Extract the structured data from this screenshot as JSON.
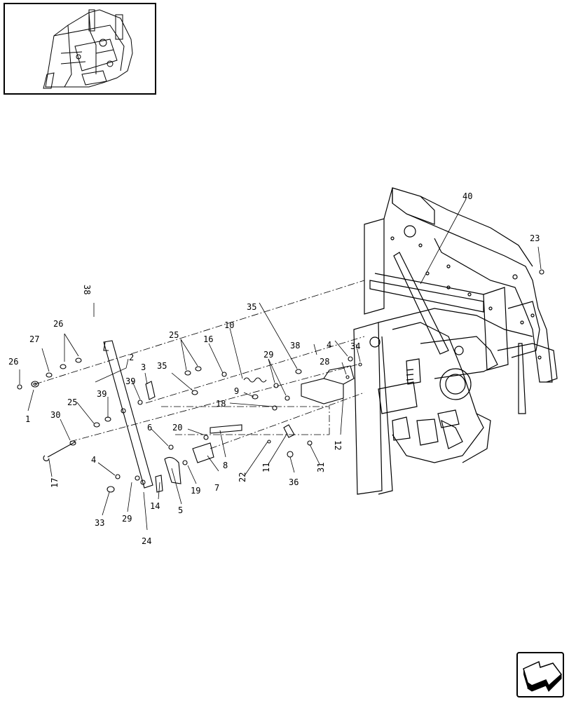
{
  "callouts": [
    {
      "id": "c1",
      "text": "1"
    },
    {
      "id": "c2",
      "text": "2"
    },
    {
      "id": "c3",
      "text": "3"
    },
    {
      "id": "c4a",
      "text": "4"
    },
    {
      "id": "c4b",
      "text": "4"
    },
    {
      "id": "c5",
      "text": "5"
    },
    {
      "id": "c6",
      "text": "6"
    },
    {
      "id": "c7",
      "text": "7"
    },
    {
      "id": "c8",
      "text": "8"
    },
    {
      "id": "c9",
      "text": "9"
    },
    {
      "id": "c10",
      "text": "10"
    },
    {
      "id": "c11",
      "text": "11"
    },
    {
      "id": "c12",
      "text": "12"
    },
    {
      "id": "c14",
      "text": "14"
    },
    {
      "id": "c16",
      "text": "16"
    },
    {
      "id": "c17",
      "text": "17"
    },
    {
      "id": "c18",
      "text": "18"
    },
    {
      "id": "c19",
      "text": "19"
    },
    {
      "id": "c20",
      "text": "20"
    },
    {
      "id": "c22",
      "text": "22"
    },
    {
      "id": "c23",
      "text": "23"
    },
    {
      "id": "c24",
      "text": "24"
    },
    {
      "id": "c25a",
      "text": "25"
    },
    {
      "id": "c25b",
      "text": "25"
    },
    {
      "id": "c26a",
      "text": "26"
    },
    {
      "id": "c26b",
      "text": "26"
    },
    {
      "id": "c27",
      "text": "27"
    },
    {
      "id": "c28",
      "text": "28"
    },
    {
      "id": "c29a",
      "text": "29"
    },
    {
      "id": "c29b",
      "text": "29"
    },
    {
      "id": "c30",
      "text": "30"
    },
    {
      "id": "c31",
      "text": "31"
    },
    {
      "id": "c33",
      "text": "33"
    },
    {
      "id": "c34",
      "text": "34"
    },
    {
      "id": "c35a",
      "text": "35"
    },
    {
      "id": "c35b",
      "text": "35"
    },
    {
      "id": "c36",
      "text": "36"
    },
    {
      "id": "c38a",
      "text": "38"
    },
    {
      "id": "c38b",
      "text": "38"
    },
    {
      "id": "c39a",
      "text": "39"
    },
    {
      "id": "c39b",
      "text": "39"
    },
    {
      "id": "c40",
      "text": "40"
    }
  ],
  "icons": {
    "thumbnail": "assembly-overview-thumbnail",
    "nav": "next-page-arrow-icon"
  }
}
